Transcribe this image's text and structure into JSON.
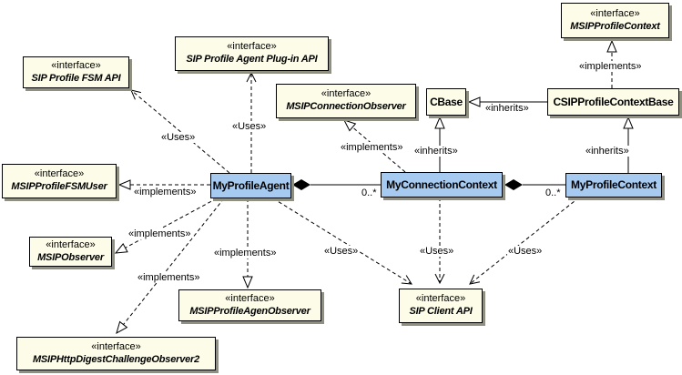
{
  "diagram": {
    "type": "uml-class-diagram",
    "stereotype": "«interface»",
    "colors": {
      "interface_fill": "#FDFCE8",
      "class_fill": "#A6CAF0",
      "border": "#000000",
      "shadow": "#8F8F82",
      "background": "#FFFFFF"
    },
    "labels": {
      "uses": "«Uses»",
      "implements": "«implements»",
      "inherits": "«inherits»",
      "multiplicity": "0..*"
    },
    "nodes": {
      "sip_profile_fsm_api": {
        "kind": "interface",
        "name": "SIP Profile FSM API"
      },
      "sip_profile_agent_plugin_api": {
        "kind": "interface",
        "name": "SIP Profile Agent Plug-in API"
      },
      "msip_connection_observer": {
        "kind": "interface",
        "name": "MSIPConnectionObserver"
      },
      "msip_profile_context": {
        "kind": "interface",
        "name": "MSIPProfileContext"
      },
      "msip_profile_fsm_user": {
        "kind": "interface",
        "name": "MSIPProfileFSMUser"
      },
      "msip_observer": {
        "kind": "interface",
        "name": "MSIPObserver"
      },
      "msip_profile_agen_observer": {
        "kind": "interface",
        "name": "MSIPProfileAgenObserver"
      },
      "sip_client_api": {
        "kind": "interface",
        "name": "SIP Client API"
      },
      "msip_http_digest_challenge_observer2": {
        "kind": "interface",
        "name": "MSIPHttpDigestChallengeObserver2"
      },
      "cbase": {
        "kind": "class",
        "name": "CBase"
      },
      "csip_profile_context_base": {
        "kind": "class",
        "name": "CSIPProfileContextBase"
      },
      "my_profile_agent": {
        "kind": "class",
        "name": "MyProfileAgent"
      },
      "my_connection_context": {
        "kind": "class",
        "name": "MyConnectionContext"
      },
      "my_profile_context": {
        "kind": "class",
        "name": "MyProfileContext"
      }
    },
    "edges": [
      {
        "from": "MyProfileAgent",
        "to": "SIP Profile FSM API",
        "type": "dependency",
        "label": "«Uses»"
      },
      {
        "from": "MyProfileAgent",
        "to": "SIP Profile Agent Plug-in API",
        "type": "dependency",
        "label": "«Uses»"
      },
      {
        "from": "MyProfileAgent",
        "to": "SIP Client API",
        "type": "dependency",
        "label": "«Uses»"
      },
      {
        "from": "MyConnectionContext",
        "to": "SIP Client API",
        "type": "dependency",
        "label": "«Uses»"
      },
      {
        "from": "MyProfileContext",
        "to": "SIP Client API",
        "type": "dependency",
        "label": "«Uses»"
      },
      {
        "from": "MyProfileAgent",
        "to": "MSIPProfileFSMUser",
        "type": "realization",
        "label": "«implements»"
      },
      {
        "from": "MyProfileAgent",
        "to": "MSIPObserver",
        "type": "realization",
        "label": "«implements»"
      },
      {
        "from": "MyProfileAgent",
        "to": "MSIPHttpDigestChallengeObserver2",
        "type": "realization",
        "label": "«implements»"
      },
      {
        "from": "MyProfileAgent",
        "to": "MSIPProfileAgenObserver",
        "type": "realization",
        "label": "«implements»"
      },
      {
        "from": "MyConnectionContext",
        "to": "MSIPConnectionObserver",
        "type": "realization",
        "label": "«implements»"
      },
      {
        "from": "CSIPProfileContextBase",
        "to": "MSIPProfileContext",
        "type": "realization",
        "label": "«implements»"
      },
      {
        "from": "MyConnectionContext",
        "to": "CBase",
        "type": "generalization",
        "label": "«inherits»"
      },
      {
        "from": "CSIPProfileContextBase",
        "to": "CBase",
        "type": "generalization",
        "label": "«inherits»"
      },
      {
        "from": "MyProfileContext",
        "to": "CSIPProfileContextBase",
        "type": "generalization",
        "label": "«inherits»"
      },
      {
        "from": "MyProfileAgent",
        "to": "MyConnectionContext",
        "type": "composition",
        "multiplicity": "0..*"
      },
      {
        "from": "MyConnectionContext",
        "to": "MyProfileContext",
        "type": "composition",
        "multiplicity": "0..*"
      }
    ]
  }
}
